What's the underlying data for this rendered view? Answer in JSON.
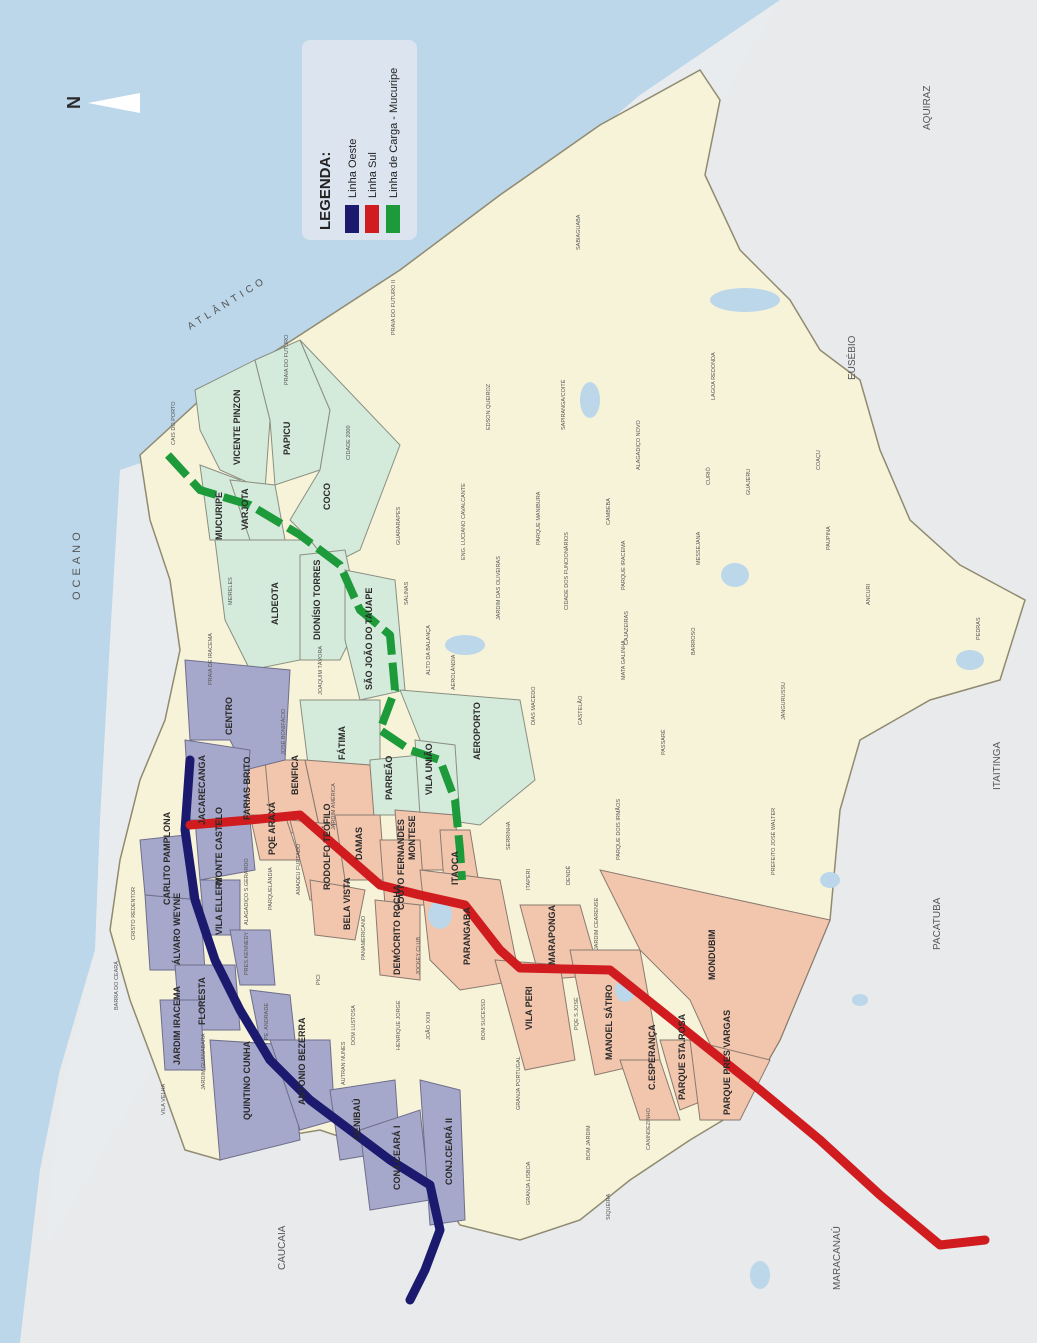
{
  "legend": {
    "title": "LEGENDA:",
    "items": [
      {
        "label": "Linha Oeste",
        "color": "#1c1a6e"
      },
      {
        "label": "Linha Sul",
        "color": "#d01c1f"
      },
      {
        "label": "Linha de Carga - Mucuripe",
        "color": "#1d9a3a"
      }
    ]
  },
  "compass": {
    "letter": "N"
  },
  "water_labels": {
    "ocean": "OCEANO",
    "atlantic": "ATLÂNTICO"
  },
  "municipalities": {
    "aquiraz": "AQUIRAZ",
    "eusebio": "EUSÉBIO",
    "itaitinga": "ITAITINGA",
    "pacatuba": "PACATUBA",
    "maracanau": "MARACANAÚ",
    "caucaia": "CAUCAIA"
  },
  "districts": {
    "vicente_pinzon": "VICENTE PINZON",
    "papicu": "PAPICU",
    "coco": "COCO",
    "mucuripe": "MUCURIPE",
    "varjota": "VARJOTA",
    "aldeota": "ALDEOTA",
    "dionisio": "DIONÍSIO TORRES",
    "sao_joao": "SÃO JOÃO DO TAUAPE",
    "centro": "CENTRO",
    "fatima": "FÁTIMA",
    "aeroporto": "AEROPORTO",
    "benfica": "BENFICA",
    "farias_brito": "FARIAS BRITO",
    "jacarecanga": "JACARECANGA",
    "parreao": "PARREÃO",
    "vila_uniao": "VILA UNIÃO",
    "montese": "MONTESE",
    "itaoca": "ITAOCA",
    "damas": "DAMAS",
    "rodolfo": "RODOLFO TEÓFILO",
    "pqe_araxa": "PQE ARAXÁ",
    "monte_castelo": "MONTE CASTELO",
    "carlito": "CARLITO PAMPLONA",
    "alvaro": "ÁLVARO WEYNE",
    "vila_ellery": "VILA ELLERY",
    "bela_vista": "BELA VISTA",
    "couto": "COUTO FERNANDES",
    "democrito": "DEMÓCRITO ROCHA",
    "parangaba": "PARANGABA",
    "floresta": "FLORESTA",
    "jardim_iracema": "JARDIM IRACEMA",
    "quintino": "QUINTINO CUNHA",
    "antonio_bezerra": "ANTÔNIO BEZERRA",
    "genibau": "GENIBAÚ",
    "conj_ceara_i": "CONJ.CEARÁ I",
    "conj_ceara_ii": "CONJ.CEARÁ II",
    "maraponga": "MARAPONGA",
    "vila_peri": "VILA PERI",
    "manoel_satiro": "MANOEL SÁTIRO",
    "mondubim": "MONDUBIM",
    "c_esperanca": "C.ESPERANÇA",
    "pq_sta_rosa": "PARQUE STA.ROSA",
    "pq_pres_vargas": "PARQUE PRES VARGAS"
  },
  "small_labels": {
    "cais_porto": "CAIS DO PORTO",
    "praia_futuro": "PRAIA DO FUTURO",
    "praia_futuro_ii": "PRAIA DO FUTURO II",
    "cidade_2000": "CIDADE 2000",
    "sabiaguaba": "SABIAGUABA",
    "edson_queiroz": "EDSON QUEIROZ",
    "lagoa_redonda": "LAGOA REDONDA",
    "sapiranga": "SAPIRANGA/COITÉ",
    "alagadico_novo": "ALAGADIÇO NOVO",
    "curio": "CURIÓ",
    "guajeru": "GUAJERU",
    "coacu": "COAÇU",
    "paupina": "PAUPINA",
    "ancuri": "ANCURI",
    "messejana": "MESSEJANA",
    "cambeba": "CAMBEBA",
    "guararapes": "GUARARAPES",
    "luciano_cavalcante": "ENG. LUCIANO CAVALCANTE",
    "parque_manibura": "PARQUE MANIBURA",
    "cidade_funcionarios": "CIDADE DOS FUNCIONÁRIOS",
    "parque_iracema": "PARQUE IRACEMA",
    "salinas": "SALINAS",
    "jardim_oliveiras": "JARDIM DAS OLIVEIRAS",
    "alto_balanca": "ALTO DA BALANÇA",
    "aerolandia": "AEROLÂNDIA",
    "dias_macedo": "DIAS MACEDO",
    "castelao": "CASTELÃO",
    "mata_galinha": "MATA GALINHA",
    "cajazeiras": "CAJAZEIRAS",
    "barroso": "BARROSO",
    "jangurussu": "JANGURUSSU",
    "passare": "PASSARÉ",
    "parque_dois_irmaos": "PARQUE DOIS IRMÃOS",
    "prefeito_jose_walter": "PREFEITO JOSÉ WALTER",
    "serrinha": "SERRINHA",
    "itaperi": "ITAPERI",
    "dende": "DENDÊ",
    "jardim_cearense": "JARDIM CEARENSE",
    "pqe_sao_jose": "PQE S.JOSÉ",
    "canindezinho": "CANINDEZINHO",
    "siqueira": "SIQUEIRA",
    "bom_jardim": "BOM JARDIM",
    "granja_portugal": "GRANJA PORTUGAL",
    "granja_lisboa": "GRANJA LISBOA",
    "bom_sucesso": "BOM SUCESSO",
    "joao_xxiii": "JOÃO XXIII",
    "henrique_jorge": "HENRIQUE JORGE",
    "dom_lustosa": "DOM LUSTOSA",
    "autran_nunes": "AUTRAN NUNES",
    "jockey_club": "JOCKEY CLUB",
    "pici": "PICI",
    "panamericano": "PANAMERICANO",
    "amadeu_furtado": "AMADEU FURTADO",
    "parquelandia": "PARQUELÂNDIA",
    "pres_kennedy": "PRES.KENNEDY",
    "pe_andrade": "PE. ANDRADE",
    "alagadico_s_gerardo": "ALAGADIÇO S.GERARDO",
    "jardim_guanabara": "JARDIM GUANABARA",
    "vila_velha": "VILA VELHA",
    "barra_ceara": "BARRA DO CEARÁ",
    "cristo_redentor": "CRISTO REDENTOR",
    "jardim_america": "JARDIM AMÉRICA",
    "jose_bonifacio": "JOSÉ BONIFÁCIO",
    "joaquim_tavora": "JOAQUIM TÁVORA",
    "meireles": "MEIRELES",
    "praia_iracema": "PRAIA DE IRACEMA",
    "pedras": "PEDRAS"
  }
}
